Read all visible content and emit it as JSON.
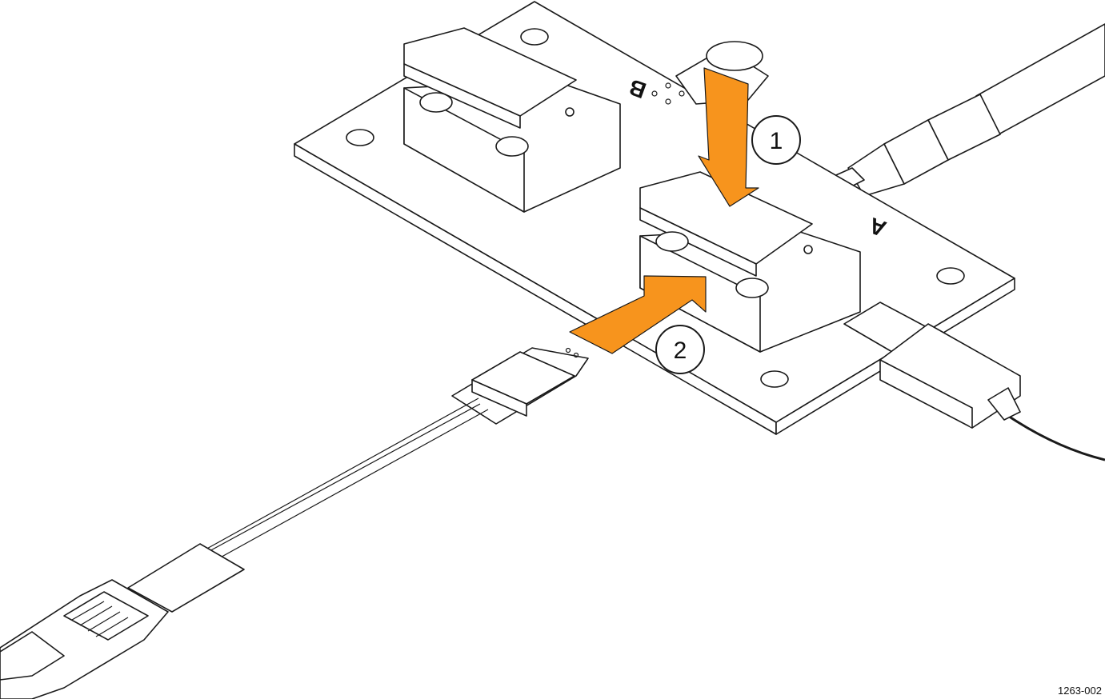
{
  "diagram": {
    "steps": [
      {
        "number": "1"
      },
      {
        "number": "2"
      }
    ],
    "port_labels": {
      "a": "A",
      "b": "B"
    },
    "figure_id": "1263-002",
    "colors": {
      "arrow": "#F7941D",
      "line": "#1a1a1a"
    }
  }
}
